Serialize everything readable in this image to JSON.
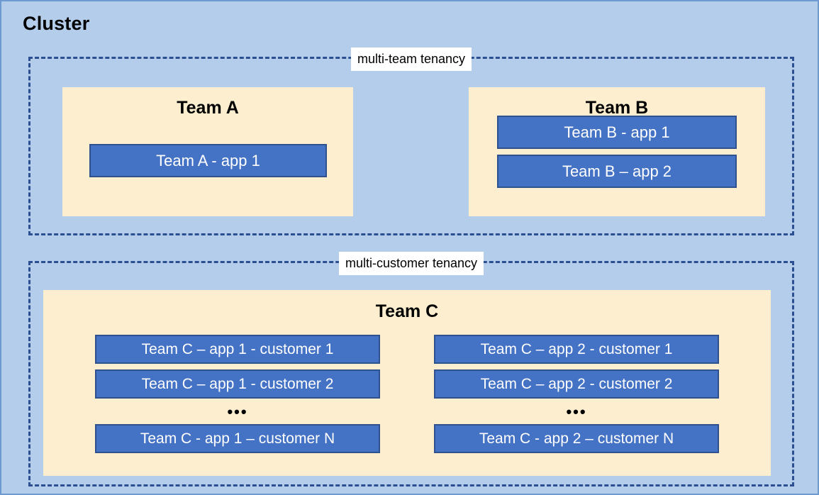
{
  "diagram": {
    "title": "Cluster",
    "colors": {
      "background": "#b3cdeb",
      "outer_border": "#6f9ad0",
      "dashed_border": "#2c4f91",
      "team_container": "#fceecf",
      "app_box_fill": "#4472c4",
      "app_box_border": "#2f528f",
      "app_box_text": "#ffffff",
      "label_background": "#ffffff"
    },
    "groups": [
      {
        "id": "multi-team",
        "label": "multi-team tenancy",
        "teams": [
          {
            "id": "team-a",
            "title": "Team A",
            "apps": [
              {
                "label": "Team A - app 1"
              }
            ]
          },
          {
            "id": "team-b",
            "title": "Team B",
            "apps": [
              {
                "label": "Team B - app 1"
              },
              {
                "label": "Team B – app 2"
              }
            ]
          }
        ]
      },
      {
        "id": "multi-customer",
        "label": "multi-customer tenancy",
        "teams": [
          {
            "id": "team-c",
            "title": "Team C",
            "columns": [
              {
                "id": "team-c-app-1",
                "apps": [
                  {
                    "label": "Team C – app 1 - customer 1"
                  },
                  {
                    "label": "Team C – app 1 - customer 2"
                  }
                ],
                "ellipsis": "•••",
                "last_app": {
                  "label": "Team C - app 1 – customer N"
                }
              },
              {
                "id": "team-c-app-2",
                "apps": [
                  {
                    "label": "Team C – app 2 - customer 1"
                  },
                  {
                    "label": "Team C – app 2 - customer 2"
                  }
                ],
                "ellipsis": "•••",
                "last_app": {
                  "label": "Team C - app 2 – customer N"
                }
              }
            ]
          }
        ]
      }
    ]
  }
}
